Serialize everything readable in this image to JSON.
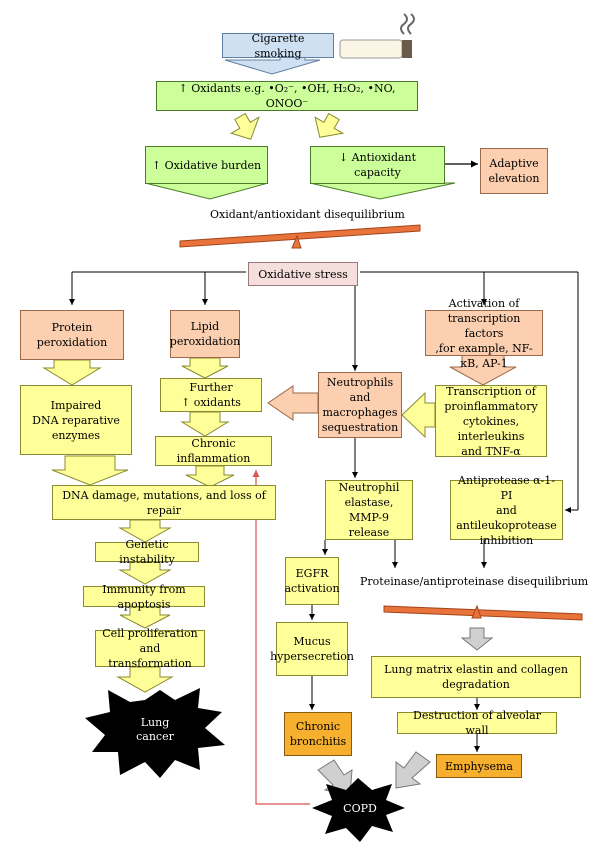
{
  "nodes": {
    "smoking": "Cigarette smoking",
    "oxidants": "↑ Oxidants e.g. •O₂⁻, •OH, H₂O₂, •NO, ONOO⁻",
    "oxburden": "↑ Oxidative burden",
    "antiox": "↓ Antioxidant capacity",
    "adaptive": "Adaptive\nelevation",
    "disequilibrium": "Oxidant/antioxidant disequilibrium",
    "stress": "Oxidative stress",
    "protein": "Protein\nperoxidation",
    "lipid": "Lipid\nperoxidation",
    "transcription": "Activation of\ntranscription factors\n,for example, NF-κB, AP-1",
    "impaired": "Impaired\nDNA reparative\nenzymes",
    "further": "Further\n↑ oxidants",
    "neutrophils": "Neutrophils and\nmacrophages\nsequestration",
    "proinflam": "Transcription of\nproinflammatory\ncytokines, interleukins\nand TNF-α",
    "chronicinfl": "Chronic inflammation",
    "dnadamage": "DNA damage, mutations, and loss of repair",
    "elastase": "Neutrophil\nelastase, MMP-9\nrelease",
    "antiprotease": "Antiprotease α-1-PI\nand antileukoprotease\ninhibition",
    "genetic": "Genetic instability",
    "egfr": "EGFR\nactivation",
    "proteinase": "Proteinase/antiproteinase disequilibrium",
    "immunity": "Immunity from apoptosis",
    "cellprolif": "Cell proliferation and\ntransformation",
    "mucus": "Mucus\nhypersecretion",
    "lungmatrix": "Lung matrix elastin and collagen degradation",
    "destruction": "Destruction of alveolar wall",
    "lungcancer": "Lung\ncancer",
    "bronchitis": "Chronic\nbronchitis",
    "emphysema": "Emphysema",
    "copd": "COPD"
  },
  "colors": {
    "blue": "#cfe0f3",
    "green": "#ccff99",
    "peach": "#fbcfaf",
    "pink": "#f5dedb",
    "yellow": "#ffff99",
    "orange": "#f7b02e",
    "seesaw": "#e8743b",
    "feedback_line": "#d9534f"
  }
}
